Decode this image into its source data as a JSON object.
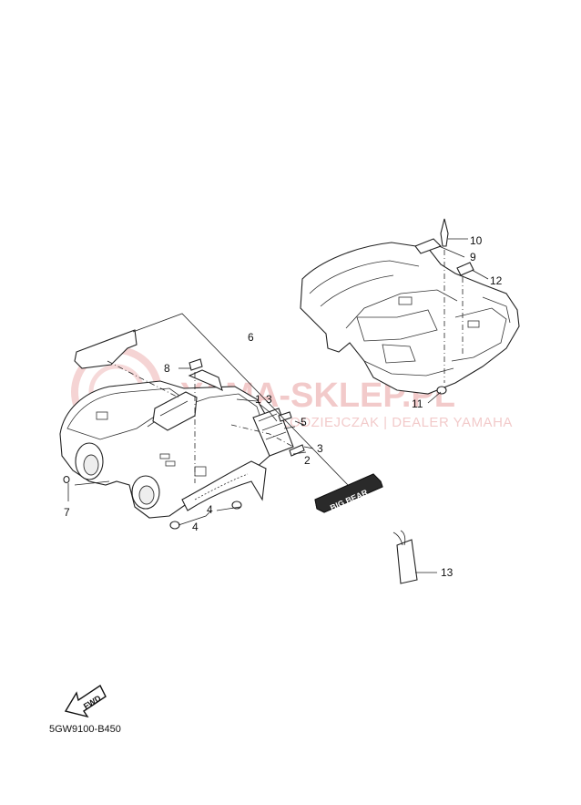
{
  "watermark": {
    "brand": "YAMA-SKLEP.PL",
    "tagline": "WOJCIECH KOŁODZIEJCZAK | DEALER YAMAHA",
    "color": "#e8a0a0"
  },
  "fwd_label": "FWD",
  "decal_text": "BIG BEAR",
  "diagram_code": "5GW9100-B450",
  "callouts": {
    "c1": "1",
    "c2": "2",
    "c3a": "3",
    "c3b": "3",
    "c4a": "4",
    "c4b": "4",
    "c5": "5",
    "c6": "6",
    "c7": "7",
    "c8": "8",
    "c9": "9",
    "c10": "10",
    "c11": "11",
    "c12": "12",
    "c13": "13"
  }
}
